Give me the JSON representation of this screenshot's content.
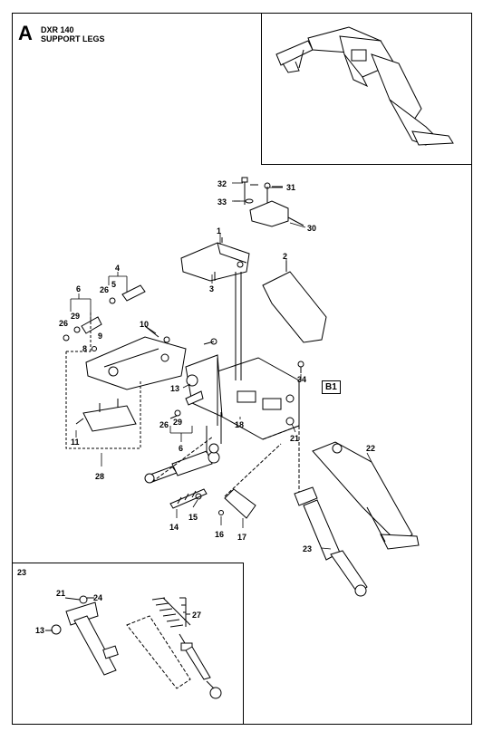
{
  "header": {
    "letter": "A",
    "model": "DXR 140",
    "title": "SUPPORT LEGS"
  },
  "ref_box": "B1",
  "inset_label": "23",
  "callouts": [
    {
      "id": "c32",
      "text": "32"
    },
    {
      "id": "c31",
      "text": "31"
    },
    {
      "id": "c33",
      "text": "33"
    },
    {
      "id": "c30",
      "text": "30"
    },
    {
      "id": "c1",
      "text": "1"
    },
    {
      "id": "c2",
      "text": "2"
    },
    {
      "id": "c3",
      "text": "3"
    },
    {
      "id": "c4",
      "text": "4"
    },
    {
      "id": "c5",
      "text": "5"
    },
    {
      "id": "c26a",
      "text": "26"
    },
    {
      "id": "c6a",
      "text": "6"
    },
    {
      "id": "c29a",
      "text": "29"
    },
    {
      "id": "c26b",
      "text": "26"
    },
    {
      "id": "c9",
      "text": "9"
    },
    {
      "id": "c8",
      "text": "8"
    },
    {
      "id": "c10",
      "text": "10"
    },
    {
      "id": "c34",
      "text": "34"
    },
    {
      "id": "c13",
      "text": "13"
    },
    {
      "id": "c26c",
      "text": "26"
    },
    {
      "id": "c29b",
      "text": "29"
    },
    {
      "id": "c6b",
      "text": "6"
    },
    {
      "id": "c18",
      "text": "18"
    },
    {
      "id": "c21",
      "text": "21"
    },
    {
      "id": "c22",
      "text": "22"
    },
    {
      "id": "c11",
      "text": "11"
    },
    {
      "id": "c28",
      "text": "28"
    },
    {
      "id": "c15",
      "text": "15"
    },
    {
      "id": "c14",
      "text": "14"
    },
    {
      "id": "c16",
      "text": "16"
    },
    {
      "id": "c17",
      "text": "17"
    },
    {
      "id": "c23",
      "text": "23"
    },
    {
      "id": "c21i",
      "text": "21"
    },
    {
      "id": "c24",
      "text": "24"
    },
    {
      "id": "c13i",
      "text": "13"
    },
    {
      "id": "c27",
      "text": "27"
    }
  ]
}
